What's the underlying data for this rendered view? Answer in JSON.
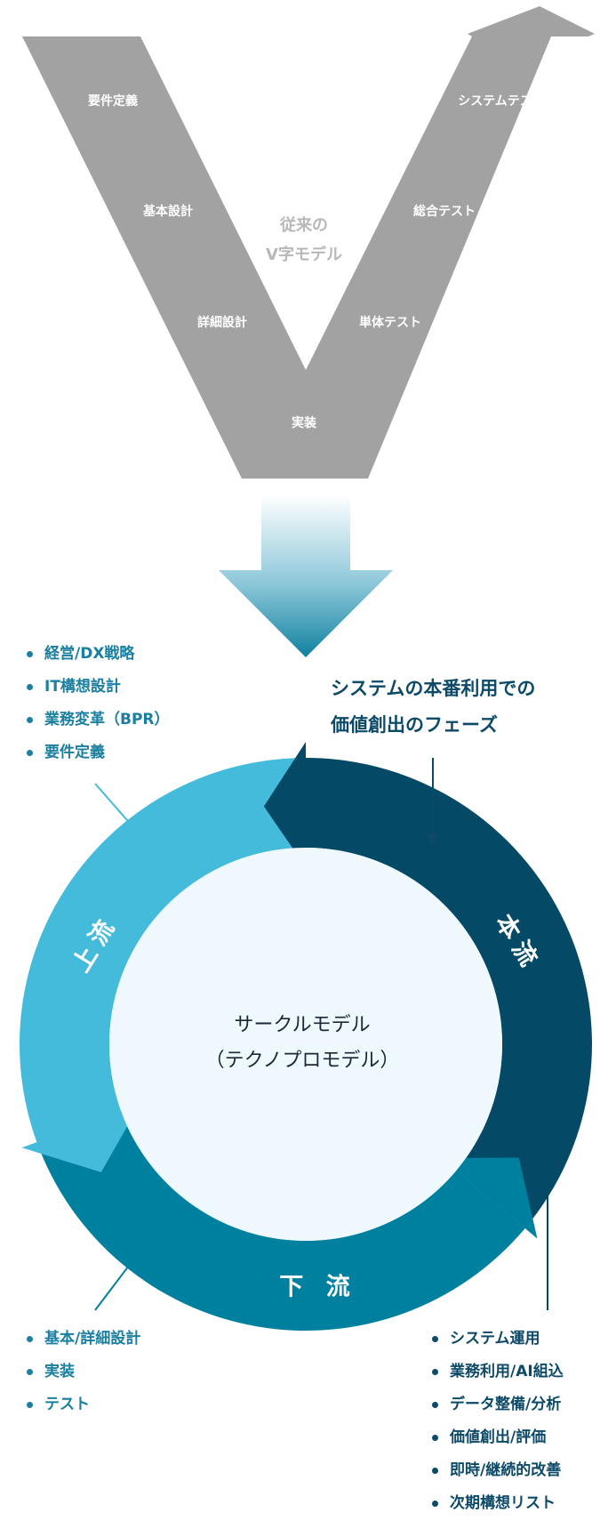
{
  "v_model": {
    "title_line1": "従来の",
    "title_line2": "V字モデル",
    "left_phases": [
      "要件定義",
      "基本設計",
      "詳細設計"
    ],
    "bottom_phase": "実装",
    "right_phases": [
      "単体テスト",
      "総合テスト",
      "システムテスト"
    ],
    "color": "#a2a2a2"
  },
  "circle_model": {
    "title_line1": "サークルモデル",
    "title_line2": "（テクノプロモデル）",
    "segments": {
      "upstream": {
        "label": "上流",
        "color": "#45bbdc"
      },
      "mainstream": {
        "label": "本流",
        "color": "#044a67"
      },
      "downstream": {
        "label": "下 流",
        "color": "#00809f"
      }
    },
    "inner_color": "#eef8fd"
  },
  "phase_note": {
    "line1": "システムの本番利用での",
    "line2": "価値創出のフェーズ"
  },
  "upstream_items": [
    "経営/DX戦略",
    "IT構想設計",
    "業務変革（BPR）",
    "要件定義"
  ],
  "downstream_items": [
    "基本/詳細設計",
    "実装",
    "テスト"
  ],
  "mainstream_items": [
    "システム運用",
    "業務利用/AI組込",
    "データ整備/分析",
    "価値創出/評価",
    "即時/継続的改善",
    "次期構想リスト"
  ]
}
